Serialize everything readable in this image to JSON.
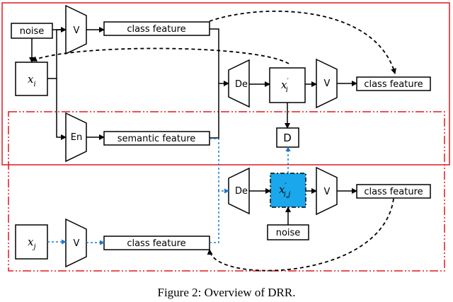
{
  "labels": {
    "noise": "noise",
    "v": "V",
    "en": "En",
    "de": "De",
    "d": "D",
    "class_feature": "class feature",
    "semantic_feature": "semantic feature"
  },
  "variables": {
    "x": "x",
    "i": "i",
    "j": "j",
    "ij": "i,j",
    "prime": "′"
  },
  "caption": "Figure 2: Overview of DRR.",
  "colors": {
    "group_top": "#e0191e",
    "group_bottom": "#e0191e",
    "blue_path": "#1f78c8",
    "highlight_fill": "#1aa7ec"
  }
}
